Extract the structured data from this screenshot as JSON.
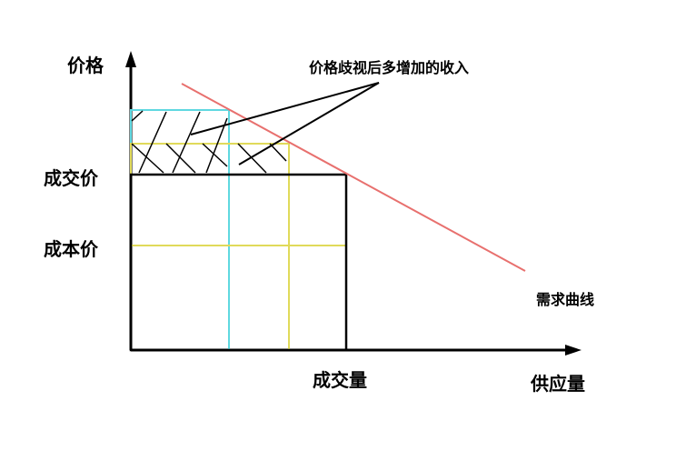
{
  "labels": {
    "y_axis": "价格",
    "x_axis": "供应量",
    "transaction_price": "成交价",
    "cost_price": "成本价",
    "transaction_quantity": "成交量",
    "demand_curve": "需求曲线",
    "extra_revenue": "价格歧视后多增加的收入"
  },
  "colors": {
    "demand_curve": "#e8706e",
    "cyan": "#5fd8e0",
    "yellow": "#e0da5a",
    "axis": "#000000"
  }
}
